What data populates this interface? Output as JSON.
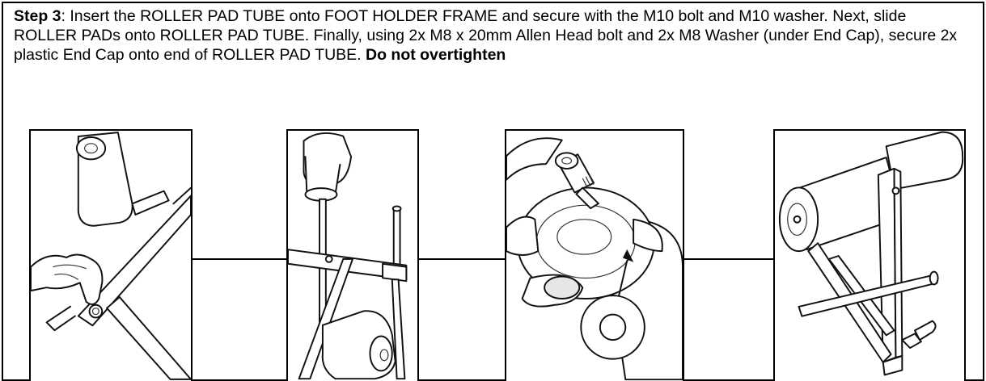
{
  "step": {
    "label": "Step 3",
    "text_1": ":  Insert the ROLLER PAD TUBE onto FOOT HOLDER FRAME and secure with the M10 bolt and M10 washer.  Next, slide ROLLER PADs onto ROLLER PAD TUBE.  Finally, using 2x M8 x 20mm Allen Head bolt and 2x M8 Washer (under End Cap), secure 2x plastic End Cap onto end of ROLLER PAD TUBE. ",
    "warning": "Do not overtighten"
  },
  "illustrations": [
    {
      "icon": "insert-bolt-into-tube-illustration"
    },
    {
      "icon": "slide-roller-pad-illustration"
    },
    {
      "icon": "end-cap-bolt-washer-illustration"
    },
    {
      "icon": "assembled-roller-pad-illustration"
    }
  ]
}
